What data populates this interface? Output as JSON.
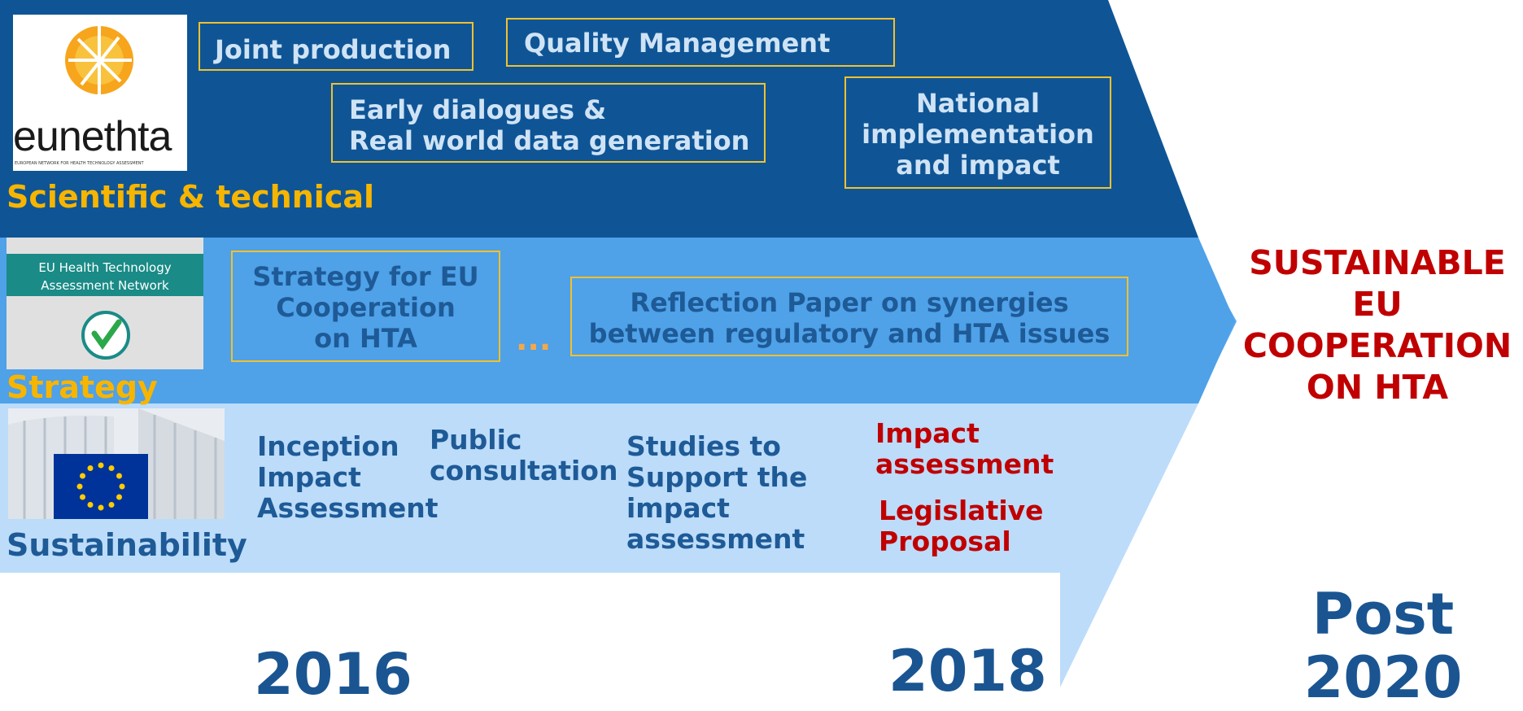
{
  "colors": {
    "band_dark": "#0f5596",
    "band_mid": "#4fa1e8",
    "band_light": "#bcdcfa",
    "arrow_blue": "#5aaaf0",
    "box_border": "#f2c12e",
    "label_yellow": "#f7b500",
    "accent_red": "#c00000"
  },
  "logos": {
    "eunethta": {
      "name": "eunethta",
      "sub": "EUROPEAN NETWORK FOR HEALTH TECHNOLOGY ASSESSMENT"
    },
    "hta_network": {
      "line1": "EU Health Technology",
      "line2": "Assessment Network"
    },
    "ec_flag": {
      "icon": "eu-flag-icon"
    }
  },
  "scientific": {
    "label": "Scientific & technical",
    "boxes": {
      "joint": "Joint production",
      "quality": "Quality Management",
      "early_1": "Early dialogues &",
      "early_2": "Real world data generation",
      "national_1": "National",
      "national_2": "implementation",
      "national_3": "and impact"
    }
  },
  "strategy": {
    "label": "Strategy",
    "box1_1": "Strategy for EU",
    "box1_2": "Cooperation",
    "box1_3": "on HTA",
    "ellipsis": "...",
    "box2_1": "Reflection Paper on synergies",
    "box2_2": "between regulatory and HTA issues"
  },
  "sustainability": {
    "label": "Sustainability",
    "inception_1": "Inception",
    "inception_2": "Impact",
    "inception_3": "Assessment",
    "public_1": "Public",
    "public_2": "consultation",
    "studies_1": "Studies to",
    "studies_2": "Support the",
    "studies_3": "impact",
    "studies_4": "assessment",
    "impact_1": "Impact",
    "impact_2": "assessment",
    "legislative_1": "Legislative",
    "legislative_2": "Proposal"
  },
  "goal": {
    "line1": "SUSTAINABLE",
    "line2": "EU",
    "line3": "COOPERATION",
    "line4": "ON HTA"
  },
  "years": {
    "y2016": "2016",
    "y2018": "2018",
    "post_1": "Post",
    "post_2": "2020"
  }
}
